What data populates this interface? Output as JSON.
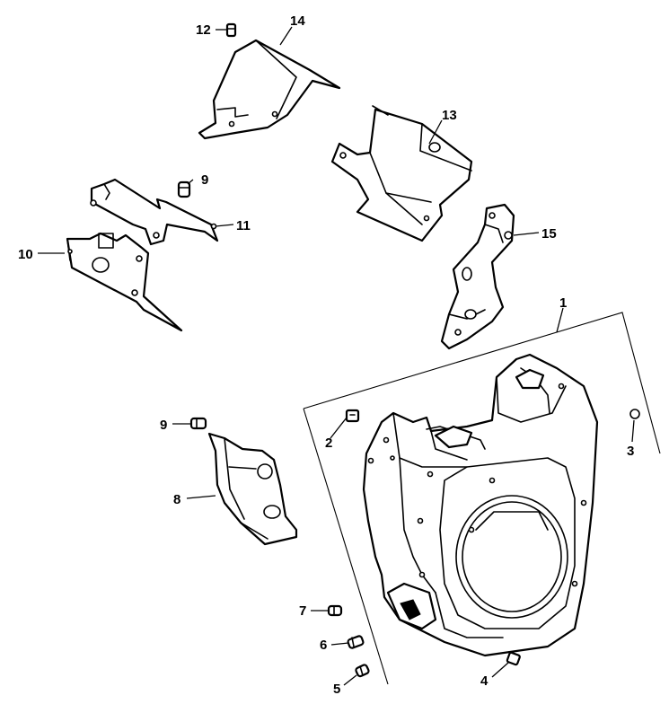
{
  "callouts": [
    {
      "id": "1",
      "text": "1"
    },
    {
      "id": "2",
      "text": "2"
    },
    {
      "id": "3",
      "text": "3"
    },
    {
      "id": "4",
      "text": "4"
    },
    {
      "id": "5",
      "text": "5"
    },
    {
      "id": "6",
      "text": "6"
    },
    {
      "id": "7",
      "text": "7"
    },
    {
      "id": "8",
      "text": "8"
    },
    {
      "id": "9a",
      "text": "9"
    },
    {
      "id": "9b",
      "text": "9"
    },
    {
      "id": "10",
      "text": "10"
    },
    {
      "id": "11",
      "text": "11"
    },
    {
      "id": "12",
      "text": "12"
    },
    {
      "id": "13",
      "text": "13"
    },
    {
      "id": "14",
      "text": "14"
    },
    {
      "id": "15",
      "text": "15"
    }
  ]
}
